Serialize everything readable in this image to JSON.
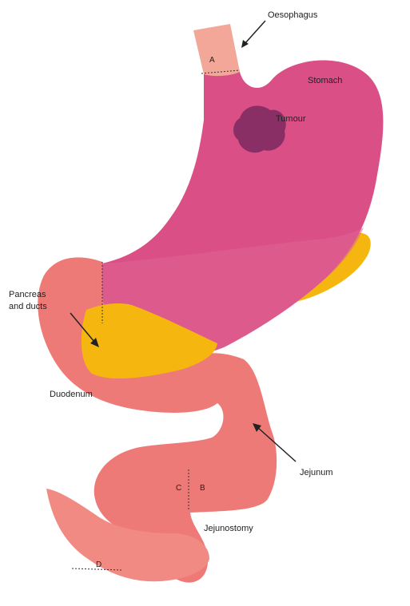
{
  "labels": {
    "oesophagus": "Oesophagus",
    "stomach": "Stomach",
    "tumour": "Tumour",
    "pancreas_line1": "Pancreas",
    "pancreas_line2": "and ducts",
    "duodenum": "Duodenum",
    "jejunum": "Jejunum",
    "jejunostomy": "Jejunostomy",
    "cut_a": "A",
    "cut_b": "B",
    "cut_c": "C",
    "cut_d": "D"
  },
  "colors": {
    "stomach": "#d94f86",
    "stomach_shade": "#e06592",
    "oesophagus": "#f2a799",
    "tumour": "#8a2e66",
    "pancreas": "#f5b70f",
    "intestine": "#ee7a78",
    "intestine_shade": "#f28a84",
    "outline": "#333333"
  }
}
